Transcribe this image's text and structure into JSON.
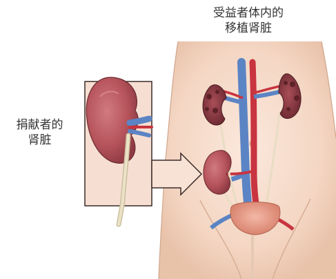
{
  "labels": {
    "recipient_line1": "受益者体内的",
    "recipient_line2": "移植肾脏",
    "donor_line1": "捐献者的",
    "donor_line2": "肾脏"
  },
  "colors": {
    "skin": "#f5dccc",
    "skin_shadow": "#e8c3ab",
    "kidney_donor": "#b7545c",
    "kidney_diseased": "#8c3c45",
    "kidney_new": "#c4525c",
    "vein": "#5b84c4",
    "artery": "#c8343f",
    "ureter": "#e9ddc4",
    "bladder": "#e6957f",
    "arrow_fill": "#f8e2d6",
    "outline": "#3a2a26"
  }
}
